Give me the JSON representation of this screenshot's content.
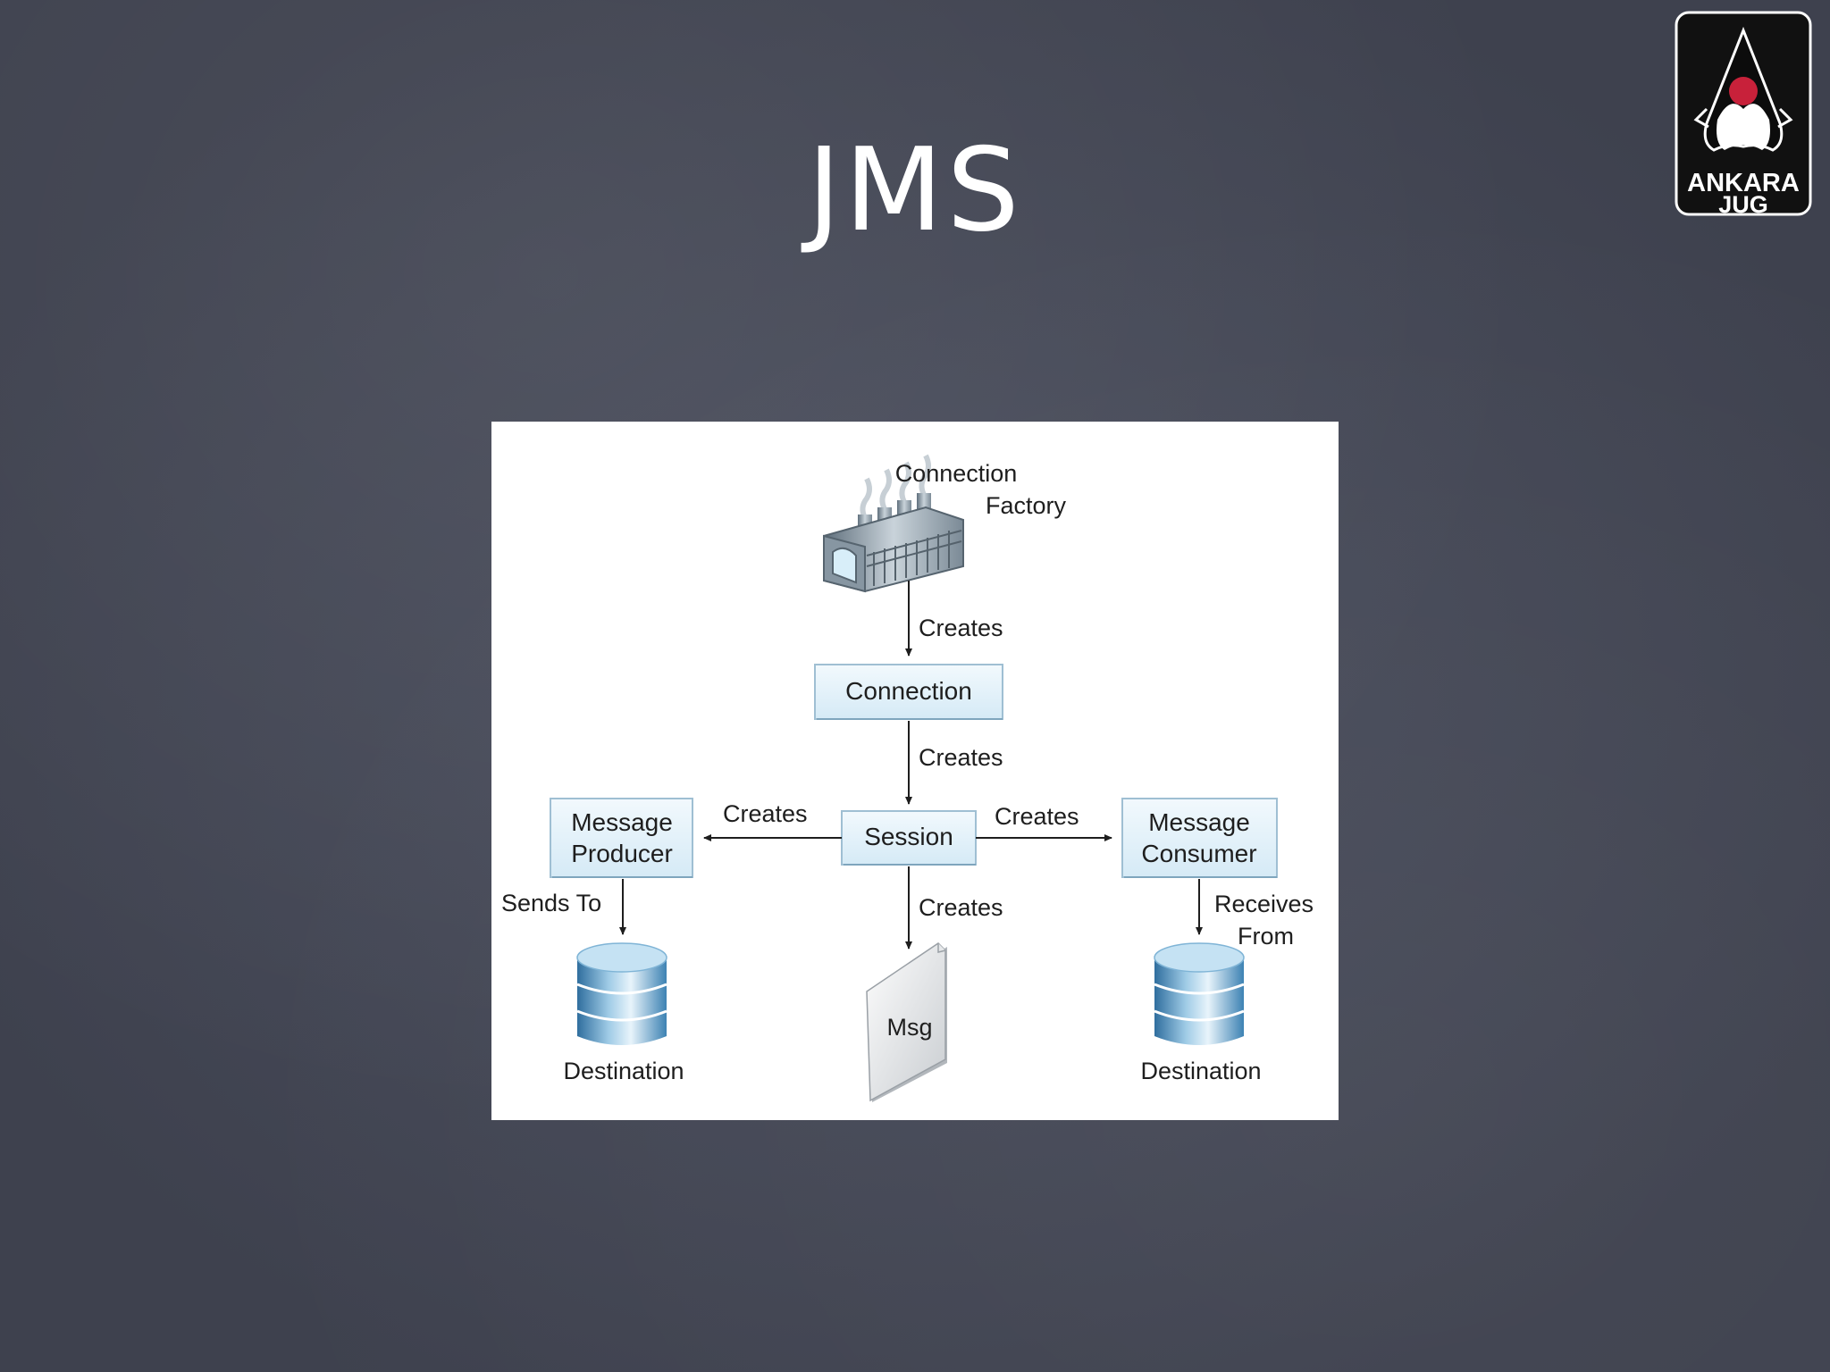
{
  "slide": {
    "title": "JMS"
  },
  "logo": {
    "line1": "ANKARA",
    "line2": "JUG"
  },
  "diagram": {
    "connection_factory": {
      "line1": "Connection",
      "line2": "Factory"
    },
    "connection": "Connection",
    "session": "Session",
    "message_producer": {
      "line1": "Message",
      "line2": "Producer"
    },
    "message_consumer": {
      "line1": "Message",
      "line2": "Consumer"
    },
    "msg": "Msg",
    "destination_left": "Destination",
    "destination_right": "Destination",
    "edges": {
      "factory_creates": "Creates",
      "connection_creates": "Creates",
      "session_creates_producer": "Creates",
      "session_creates_consumer": "Creates",
      "session_creates_msg": "Creates",
      "sends_to": "Sends To",
      "receives_from": {
        "line1": "Receives",
        "line2": "From"
      }
    }
  },
  "colors": {
    "background": "#44485a",
    "box_fill": "#e2f1fa",
    "box_border": "#9fbfd3",
    "arrow": "#1e1e1e",
    "logo_accent": "#c8213a"
  }
}
